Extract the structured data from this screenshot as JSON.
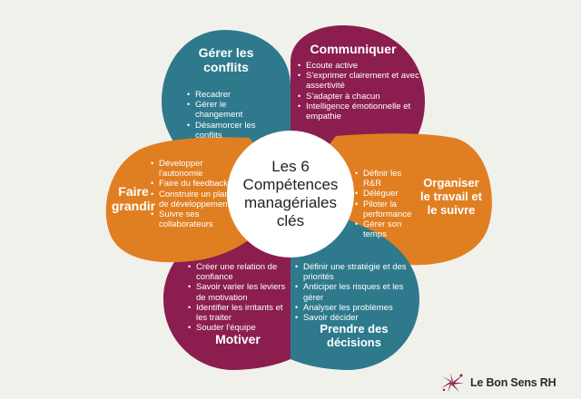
{
  "colors": {
    "background": "#f1f1ec",
    "teal": "#2e7a8c",
    "plum": "#8b1e4f",
    "orange": "#e07f22",
    "center": "#ffffff",
    "brand_mark": "#8b1e4f"
  },
  "center": {
    "title": "Les 6\nCompétences\nmanagériales\nclés"
  },
  "petals": {
    "conflicts": {
      "title": "Gérer les\nconflits",
      "items": [
        "Recadrer",
        "Gérer le changement",
        "Désamorcer les conflits"
      ]
    },
    "communicate": {
      "title": "Communiquer",
      "items": [
        "Ecoute active",
        "S'exprimer clairement et avec assertivité",
        "S'adapter à chacun",
        "Intelligence émotionnelle et empathie"
      ]
    },
    "organize": {
      "title": "Organiser\nle travail et\nle suivre",
      "items": [
        "Définir les R&R",
        "Déléguer",
        "Piloter la performance",
        "Gérer son temps"
      ]
    },
    "decide": {
      "title": "Prendre des\ndécisions",
      "items": [
        "Définir une stratégie et des priorités",
        "Anticiper les risques et les gérer",
        "Analyser les problèmes",
        "Savoir décider"
      ]
    },
    "motivate": {
      "title": "Motiver",
      "items": [
        "Créer une relation de confiance",
        "Savoir varier les leviers de motivation",
        "Identifier les irritants et les traiter",
        "Souder l'équipe"
      ]
    },
    "grow": {
      "title": "Faire\ngrandir",
      "items": [
        "Développer l'autonomie",
        "Faire du feedback",
        "Construire un plan de développement",
        "Suivre ses collaborateurs"
      ]
    }
  },
  "brand": {
    "name": "Le Bon Sens RH",
    "logo_icon": "star-burst-icon"
  }
}
